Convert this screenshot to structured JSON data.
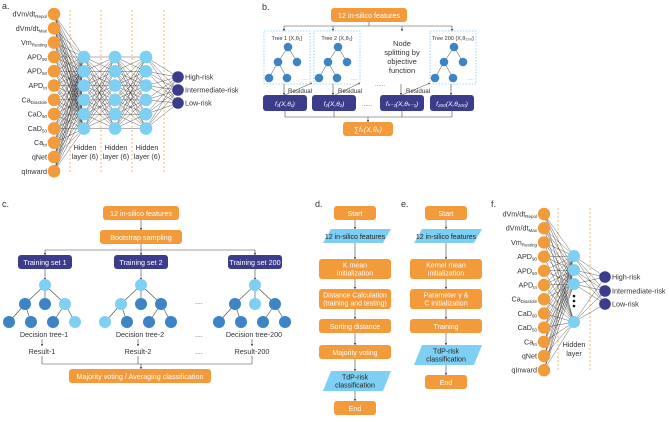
{
  "colors": {
    "orange": "#F39A3B",
    "navy": "#3C3C8C",
    "light_blue": "#7DCFF3",
    "mid_blue": "#3D84C6",
    "parallelogram": "#7DCFF3",
    "dash_orange": "#F39A3B",
    "line": "#444444",
    "tree_box_border": "#7DCFF3"
  },
  "panel_a": {
    "letter": "a.",
    "inputs": [
      {
        "main": "dVm/dt",
        "sub": "Repol"
      },
      {
        "main": "dVm/dt",
        "sub": "Max"
      },
      {
        "main": "Vm",
        "sub": "Resting"
      },
      {
        "main": "APD",
        "sub": "90"
      },
      {
        "main": "APD",
        "sub": "50"
      },
      {
        "main": "APD",
        "sub": "tri"
      },
      {
        "main": "Ca",
        "sub": "Diastole"
      },
      {
        "main": "CaD",
        "sub": "90"
      },
      {
        "main": "CaD",
        "sub": "50"
      },
      {
        "main": "Ca",
        "sub": "tri"
      },
      {
        "main": "qNet",
        "sub": ""
      },
      {
        "main": "qInward",
        "sub": ""
      }
    ],
    "hidden_layers": [
      {
        "line1": "Hidden",
        "line2": "layer (6)",
        "nodes": 6
      },
      {
        "line1": "Hidden",
        "line2": "layer (6)",
        "nodes": 6
      },
      {
        "line1": "Hidden",
        "line2": "layer (6)",
        "nodes": 6
      }
    ],
    "outputs": [
      "High-risk",
      "Intermediate-risk",
      "Low-risk"
    ]
  },
  "panel_b": {
    "letter": "b.",
    "top_box": "12 in-silico features",
    "trees": [
      {
        "title": "Tree 1 {X,θ₁}",
        "f": "f₁(X,θ₁)"
      },
      {
        "title": "Tree 2 {X,θ₂}",
        "f": "f₂(X,θ₂)"
      },
      {
        "title": "Tree 200 {X,θ₂₀₀}",
        "f": "f₂₀₀(X,θ₂₀₀)"
      }
    ],
    "middle_text": [
      "Node",
      "splitting by",
      "objective",
      "function"
    ],
    "f_k_minus_1": "fₖ₋₁(X,θₖ₋₁)",
    "residual_label": "Residual",
    "ellipsis": "......",
    "sum_box": "∑fₖ(X,θₖ)"
  },
  "panel_c": {
    "letter": "c.",
    "top_box": "12 in-silico features",
    "bootstrap_box": "Bootstrap sampling",
    "training_sets": [
      "Training set 1",
      "Training set 2",
      "Training set 200"
    ],
    "decision_trees": [
      "Decision tree-1",
      "Decision tree-2",
      "Decision tree-200"
    ],
    "results": [
      "Result-1",
      "Result-2",
      "Result-200"
    ],
    "dots": "....",
    "bottom_box": "Majority voting / Averaging classification"
  },
  "panel_d": {
    "letter": "d.",
    "steps": [
      {
        "type": "terminal",
        "lines": [
          "Start"
        ]
      },
      {
        "type": "io",
        "lines": [
          "12 in-silico features"
        ]
      },
      {
        "type": "process",
        "lines": [
          "K mean",
          "initialization"
        ]
      },
      {
        "type": "process",
        "lines": [
          "Distance Calculation",
          "(training and testing)"
        ]
      },
      {
        "type": "process",
        "lines": [
          "Sorting distance"
        ]
      },
      {
        "type": "process",
        "lines": [
          "Majority voting"
        ]
      },
      {
        "type": "io",
        "lines": [
          "TdP-risk",
          "classification"
        ]
      },
      {
        "type": "terminal",
        "lines": [
          "End"
        ]
      }
    ]
  },
  "panel_e": {
    "letter": "e.",
    "steps": [
      {
        "type": "terminal",
        "lines": [
          "Start"
        ]
      },
      {
        "type": "io",
        "lines": [
          "12 in-silico features"
        ]
      },
      {
        "type": "process",
        "lines": [
          "Kernel mean",
          "initialization"
        ]
      },
      {
        "type": "process",
        "lines": [
          "Parameter γ &",
          "C initialization"
        ]
      },
      {
        "type": "process",
        "lines": [
          "Training"
        ]
      },
      {
        "type": "io",
        "lines": [
          "TdP-risk",
          "classification"
        ]
      },
      {
        "type": "terminal",
        "lines": [
          "End"
        ]
      }
    ]
  },
  "panel_f": {
    "letter": "f.",
    "inputs": [
      {
        "main": "dVm/dt",
        "sub": "Repol"
      },
      {
        "main": "dVm/dt",
        "sub": "Max"
      },
      {
        "main": "Vm",
        "sub": "Resting"
      },
      {
        "main": "APD",
        "sub": "90"
      },
      {
        "main": "APD",
        "sub": "50"
      },
      {
        "main": "APD",
        "sub": "tri"
      },
      {
        "main": "Ca",
        "sub": "Diastole"
      },
      {
        "main": "CaD",
        "sub": "90"
      },
      {
        "main": "CaD",
        "sub": "50"
      },
      {
        "main": "Ca",
        "sub": "tri"
      },
      {
        "main": "qNet",
        "sub": ""
      },
      {
        "main": "qInward",
        "sub": ""
      }
    ],
    "hidden": {
      "line1": "Hidden",
      "line2": "layer"
    },
    "outputs": [
      "High-risk",
      "Intermediate-risk",
      "Low-risk"
    ]
  }
}
